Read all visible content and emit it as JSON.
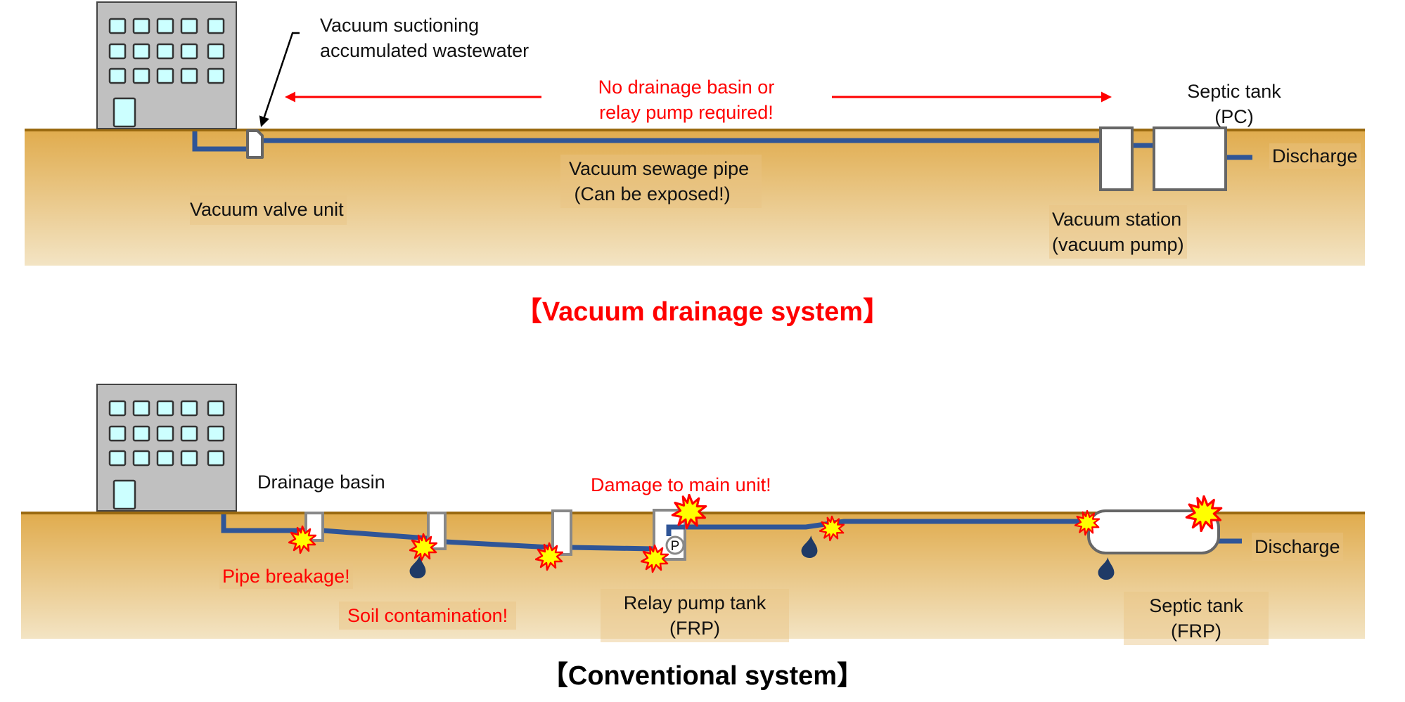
{
  "colors": {
    "ground_top": "#e0ab4c",
    "ground_bottom": "#f3e4c4",
    "ground_edge": "#9a6a10",
    "pipe": "#2f5597",
    "building": "#c0c0c0",
    "window": "#ccffff",
    "tank_outline": "#666666",
    "alert_red": "#ff0000",
    "burst_fill": "#ffff00",
    "drop": "#1f3a66"
  },
  "vacuum_system": {
    "title": "【Vacuum drainage system】",
    "callout_suction": "Vacuum suctioning\naccumulated wastewater",
    "no_basin_note": "No drainage basin or\nrelay pump required!",
    "septic_tank_label": "Septic tank\n(PC)",
    "discharge_label": "Discharge",
    "sewage_pipe_label": "Vacuum sewage pipe\n (Can be exposed!)",
    "valve_unit_label": "Vacuum valve unit",
    "vacuum_station_label": "Vacuum station\n(vacuum pump)"
  },
  "conventional_system": {
    "title": "【Conventional system】",
    "drainage_basin_label": "Drainage basin",
    "damage_label": "Damage to main unit!",
    "pipe_breakage_label": "Pipe breakage!",
    "soil_contamination_label": "Soil contamination!",
    "relay_pump_label": "Relay pump tank\n(FRP)",
    "pump_symbol": "P",
    "septic_tank_label": "Septic tank\n(FRP)",
    "discharge_label": "Discharge"
  }
}
